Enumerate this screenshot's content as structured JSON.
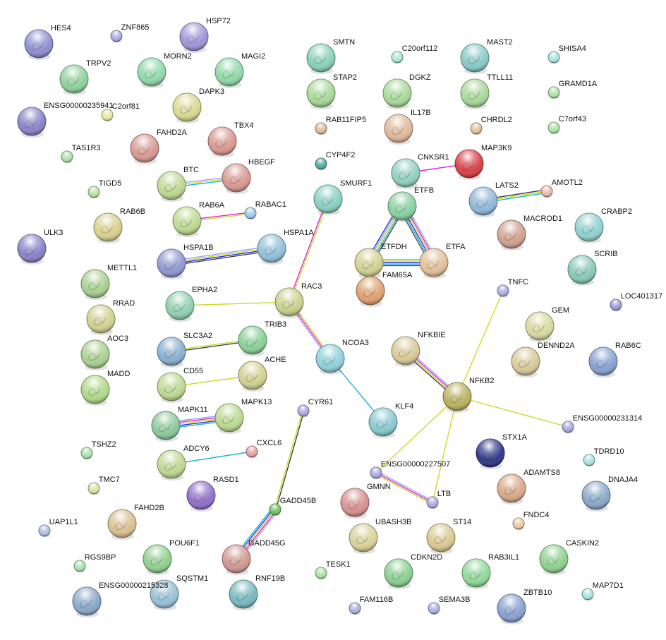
{
  "network": {
    "nodes": [
      {
        "label": "HES4",
        "color": "#8b8fd0"
      },
      {
        "label": "ZNF865",
        "color": "#a9a9e6"
      },
      {
        "label": "HSP72",
        "color": "#9f95d8"
      },
      {
        "label": "TRPV2",
        "color": "#8fd09c"
      },
      {
        "label": "MORN2",
        "color": "#8fd8a8"
      },
      {
        "label": "MAGI2",
        "color": "#8fd8a8"
      },
      {
        "label": "ENSG00000235941",
        "color": "#8a82c8"
      },
      {
        "label": "C2orf81",
        "color": "#e6e6a0"
      },
      {
        "label": "DAPK3",
        "color": "#d8d890"
      },
      {
        "label": "TAS1R3",
        "color": "#a8e0a8"
      },
      {
        "label": "FAHD2A",
        "color": "#d89890"
      },
      {
        "label": "TBX4",
        "color": "#d89890"
      },
      {
        "label": "TIGD5",
        "color": "#b8e0a0"
      },
      {
        "label": "BTC",
        "color": "#bcd890"
      },
      {
        "label": "HBEGF",
        "color": "#d89890"
      },
      {
        "label": "RAB6B",
        "color": "#d8d08c"
      },
      {
        "label": "RAB6A",
        "color": "#bcd890"
      },
      {
        "label": "RABAC1",
        "color": "#98c8e6"
      },
      {
        "label": "ULK3",
        "color": "#8a82c8"
      },
      {
        "label": "HSPA1B",
        "color": "#8f98d0"
      },
      {
        "label": "HSPA1A",
        "color": "#90c0d8"
      },
      {
        "label": "METTL1",
        "color": "#a8d090"
      },
      {
        "label": "EPHA2",
        "color": "#8fd0b0"
      },
      {
        "label": "RAC3",
        "color": "#c8d08c"
      },
      {
        "label": "RRAD",
        "color": "#d0d090"
      },
      {
        "label": "AOC3",
        "color": "#a8d090"
      },
      {
        "label": "SLC3A2",
        "color": "#88b0d0"
      },
      {
        "label": "TRIB3",
        "color": "#88d098"
      },
      {
        "label": "MADD",
        "color": "#b0d888"
      },
      {
        "label": "CD55",
        "color": "#bcd890"
      },
      {
        "label": "ACHE",
        "color": "#d0d090"
      },
      {
        "label": "MAPK11",
        "color": "#8cc89c"
      },
      {
        "label": "MAPK13",
        "color": "#bcd890"
      },
      {
        "label": "CYR61",
        "color": "#a8a8e0"
      },
      {
        "label": "CXCL6",
        "color": "#e6a0a0"
      },
      {
        "label": "TSHZ2",
        "color": "#a8e0a8"
      },
      {
        "label": "ADCY6",
        "color": "#bcd890"
      },
      {
        "label": "TMC7",
        "color": "#d8e0a0"
      },
      {
        "label": "RASD1",
        "color": "#9070c8"
      },
      {
        "label": "FAHD2B",
        "color": "#d8c090"
      },
      {
        "label": "UAP1L1",
        "color": "#a8c0e0"
      },
      {
        "label": "GADD45B",
        "color": "#70c060"
      },
      {
        "label": "RGS9BP",
        "color": "#a8e0a8"
      },
      {
        "label": "POU6F1",
        "color": "#90d090"
      },
      {
        "label": "GADD45G",
        "color": "#d09890"
      },
      {
        "label": "ENSG00000215328",
        "color": "#88a8c8"
      },
      {
        "label": "SQSTM1",
        "color": "#98c0d8"
      },
      {
        "label": "RNF19B",
        "color": "#78b8c0"
      },
      {
        "label": "SMTN",
        "color": "#88d0b8"
      },
      {
        "label": "C20orf112",
        "color": "#a8e6c8"
      },
      {
        "label": "MAST2",
        "color": "#88c8c8"
      },
      {
        "label": "SHISA4",
        "color": "#a8e0e0"
      },
      {
        "label": "STAP2",
        "color": "#a8d898"
      },
      {
        "label": "DGKZ",
        "color": "#a8d898"
      },
      {
        "label": "TTLL11",
        "color": "#a8d898"
      },
      {
        "label": "GRAMD1A",
        "color": "#a8e0a0"
      },
      {
        "label": "RAB11FIP5",
        "color": "#e0b898"
      },
      {
        "label": "IL17B",
        "color": "#e0b898"
      },
      {
        "label": "CHRDL2",
        "color": "#e0c098"
      },
      {
        "label": "C7orf43",
        "color": "#a8e0a0"
      },
      {
        "label": "CYP4F2",
        "color": "#50a8a0"
      },
      {
        "label": "CNKSR1",
        "color": "#90d0c0"
      },
      {
        "label": "MAP3K9",
        "color": "#d84048"
      },
      {
        "label": "SMURF1",
        "color": "#88d0c0"
      },
      {
        "label": "ETFB",
        "color": "#88d0a0"
      },
      {
        "label": "LATS2",
        "color": "#90b8d8"
      },
      {
        "label": "AMOTL2",
        "color": "#e8b8a8"
      },
      {
        "label": "MACROD1",
        "color": "#d0a090"
      },
      {
        "label": "CRABP2",
        "color": "#90d0d0"
      },
      {
        "label": "ETFDH",
        "color": "#d0d090"
      },
      {
        "label": "ETFA",
        "color": "#e0c098"
      },
      {
        "label": "FAM65A",
        "color": "#e0a070"
      },
      {
        "label": "SCRIB",
        "color": "#88c8b8"
      },
      {
        "label": "TNFC",
        "color": "#a8a8e0"
      },
      {
        "label": "LOC401317",
        "color": "#9898d8"
      },
      {
        "label": "GEM",
        "color": "#d8d8a0"
      },
      {
        "label": "NCOA3",
        "color": "#90d0d8"
      },
      {
        "label": "NFKBIE",
        "color": "#d8c898"
      },
      {
        "label": "DENND2A",
        "color": "#d8c898"
      },
      {
        "label": "RAB6C",
        "color": "#88a0d0"
      },
      {
        "label": "NFKB2",
        "color": "#b8b060"
      },
      {
        "label": "KLF4",
        "color": "#88c8d0"
      },
      {
        "label": "ENSG00000231314",
        "color": "#a8a8e0"
      },
      {
        "label": "STX1A",
        "color": "#303888"
      },
      {
        "label": "TDRD10",
        "color": "#a8e0e0"
      },
      {
        "label": "ENSG00000227507",
        "color": "#a8a8e0"
      },
      {
        "label": "ADAMTS8",
        "color": "#d8a888"
      },
      {
        "label": "GMNN",
        "color": "#d89090"
      },
      {
        "label": "LTB",
        "color": "#a8a8e0"
      },
      {
        "label": "DNAJA4",
        "color": "#88a8c8"
      },
      {
        "label": "FNDC4",
        "color": "#e8c8a0"
      },
      {
        "label": "UBASH3B",
        "color": "#d8d098"
      },
      {
        "label": "ST14",
        "color": "#d8c890"
      },
      {
        "label": "CASKIN2",
        "color": "#90d090"
      },
      {
        "label": "TESK1",
        "color": "#a8e0a0"
      },
      {
        "label": "CDKN2D",
        "color": "#88d090"
      },
      {
        "label": "RAB3IL1",
        "color": "#90d898"
      },
      {
        "label": "MAP7D1",
        "color": "#a8e0e0"
      },
      {
        "label": "FAM116B",
        "color": "#a8b0e0"
      },
      {
        "label": "SEMA3B",
        "color": "#a8b0e0"
      },
      {
        "label": "ZBTB10",
        "color": "#88a0d0"
      }
    ],
    "edges": [
      {
        "from": "BTC",
        "to": "HBEGF",
        "colors": [
          "#a0a0ff",
          "#c8dc28",
          "#20b0d8"
        ]
      },
      {
        "from": "RAB6A",
        "to": "RABAC1",
        "colors": [
          "#e020d0",
          "#c8dc28"
        ]
      },
      {
        "from": "HSPA1B",
        "to": "HSPA1A",
        "colors": [
          "#a0a0ff",
          "#c8dc28",
          "#2030e0",
          "#404040"
        ]
      },
      {
        "from": "SMURF1",
        "to": "RAC3",
        "colors": [
          "#c8dc28",
          "#e020d0"
        ]
      },
      {
        "from": "EPHA2",
        "to": "RAC3",
        "colors": [
          "#c8dc28"
        ]
      },
      {
        "from": "RAC3",
        "to": "NCOA3",
        "colors": [
          "#c8dc28",
          "#e020d0",
          "#a0a0ff"
        ]
      },
      {
        "from": "NCOA3",
        "to": "KLF4",
        "colors": [
          "#20b0d8"
        ]
      },
      {
        "from": "SLC3A2",
        "to": "TRIB3",
        "colors": [
          "#c8dc28",
          "#404040"
        ]
      },
      {
        "from": "CD55",
        "to": "ACHE",
        "colors": [
          "#c8dc28"
        ]
      },
      {
        "from": "MAPK11",
        "to": "MAPK13",
        "colors": [
          "#a0a0ff",
          "#e020d0",
          "#c8dc28",
          "#2030e0",
          "#20b0d8"
        ]
      },
      {
        "from": "ADCY6",
        "to": "CXCL6",
        "colors": [
          "#20b0d8"
        ]
      },
      {
        "from": "CYR61",
        "to": "GADD45B",
        "colors": [
          "#404040",
          "#c8dc28"
        ]
      },
      {
        "from": "GADD45B",
        "to": "GADD45G",
        "colors": [
          "#a0a0ff",
          "#e020d0",
          "#c8dc28",
          "#2030e0",
          "#20b0d8"
        ]
      },
      {
        "from": "CNKSR1",
        "to": "MAP3K9",
        "colors": [
          "#e020d0"
        ]
      },
      {
        "from": "LATS2",
        "to": "AMOTL2",
        "colors": [
          "#404040",
          "#c8dc28",
          "#20b0d8"
        ]
      },
      {
        "from": "ETFB",
        "to": "ETFDH",
        "colors": [
          "#404040",
          "#20b0d8",
          "#c8dc28",
          "#a0a0ff",
          "#2030e0"
        ]
      },
      {
        "from": "ETFB",
        "to": "ETFA",
        "colors": [
          "#a0a0ff",
          "#e020d0",
          "#c8dc28",
          "#2030e0",
          "#20b0d8",
          "#404040"
        ]
      },
      {
        "from": "ETFDH",
        "to": "ETFA",
        "colors": [
          "#a0a0ff",
          "#c8dc28",
          "#2030e0",
          "#20b0d8",
          "#404040"
        ]
      },
      {
        "from": "NFKBIE",
        "to": "NFKB2",
        "colors": [
          "#a0a0ff",
          "#e020d0",
          "#c8dc28",
          "#404040"
        ]
      },
      {
        "from": "NFKB2",
        "to": "TNFC",
        "colors": [
          "#c8dc28"
        ]
      },
      {
        "from": "NFKB2",
        "to": "ENSG00000231314",
        "colors": [
          "#c8dc28"
        ]
      },
      {
        "from": "NFKB2",
        "to": "ENSG00000227507",
        "colors": [
          "#c8dc28"
        ]
      },
      {
        "from": "NFKB2",
        "to": "LTB",
        "colors": [
          "#c8dc28"
        ]
      },
      {
        "from": "ENSG00000227507",
        "to": "LTB",
        "colors": [
          "#a0a0ff",
          "#e020d0",
          "#c8dc28"
        ]
      }
    ]
  }
}
